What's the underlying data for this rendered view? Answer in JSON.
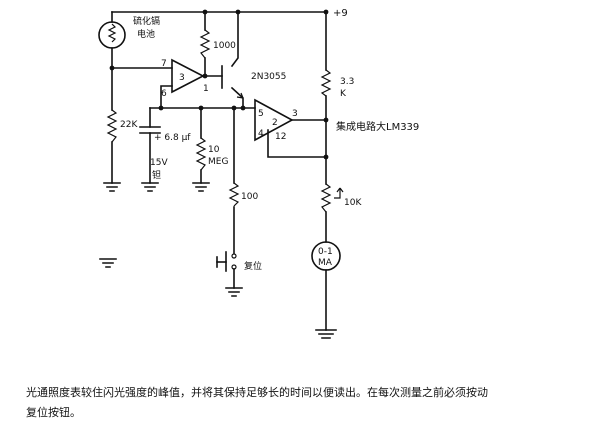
{
  "labels": {
    "supply": "+9",
    "photocell_line1": "硫化镉",
    "photocell_line2": "电池",
    "r_1000": "1000",
    "transistor": "2N3055",
    "r_33_line1": "3.3",
    "r_33_line2": "K",
    "op1_num": "3",
    "op1_pin7": "7",
    "op1_pin6": "6",
    "op1_pin1": "1",
    "op2_num": "2",
    "op2_pin5": "5",
    "op2_pin4": "4",
    "op2_pin12": "12",
    "op2_pin3": "3",
    "ic_label": "集成电路大LM339",
    "r_22k": "22K",
    "cap_value": "+ 6.8 μf",
    "cap_voltage": "15V",
    "cap_type": "钽",
    "r_10meg_line1": "10",
    "r_10meg_line2": "MEG",
    "r_100": "100",
    "r_10k": "10K",
    "meter_line1": "0-1",
    "meter_line2": "MA",
    "reset": "复位"
  },
  "caption": {
    "line1": "光通照度表较住闪光强度的峰值，并将其保持足够长的时间以便读出。在每次测量之前必须按动",
    "line2": "复位按钮。"
  }
}
